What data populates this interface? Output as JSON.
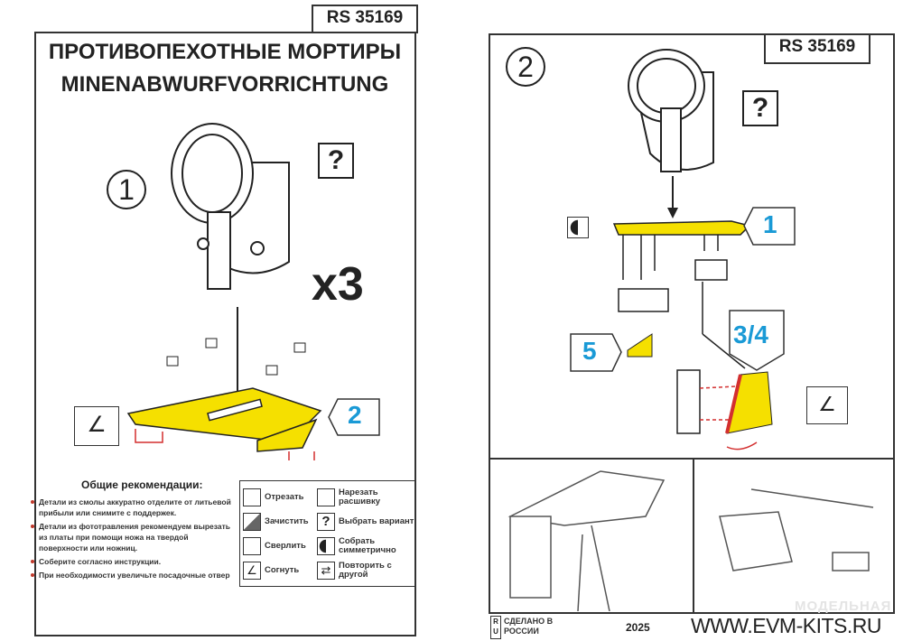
{
  "left_page": {
    "code": "RS 35169",
    "title_ru": "ПРОТИВОПЕХОТНЫЕ МОРТИРЫ",
    "title_de": "MINENABWURFVORRICHTUNG",
    "step": "1",
    "multiplier": "x3",
    "part_tag": "2",
    "recommendations": {
      "heading": "Общие рекомендации:",
      "items": [
        "Детали из смолы аккуратно отделите от литьевой прибыли или снимите с поддержек.",
        "Детали из фототравления рекомендуем вырезать из платы при помощи ножа на твердой поверхности или ножниц.",
        "Соберите согласно инструкции.",
        "При необходимости увеличьте посадочные отвер"
      ]
    },
    "legend": [
      {
        "icon": "cut-icon",
        "label": "Отрезать"
      },
      {
        "icon": "sand-icon",
        "label": "Зачистить"
      },
      {
        "icon": "drill-icon",
        "label": "Сверлить"
      },
      {
        "icon": "bend-icon",
        "label": "Согнуть"
      },
      {
        "icon": "thread-icon",
        "label": "Нарезать расшивку"
      },
      {
        "icon": "question-icon",
        "label": "Выбрать вариант"
      },
      {
        "icon": "symmetric-icon",
        "label": "Собрать симметрично"
      },
      {
        "icon": "repeat-icon",
        "label": "Повторить с другой"
      }
    ]
  },
  "right_page": {
    "code": "RS 35169",
    "step": "2",
    "tags": [
      "1",
      "5",
      "3/4"
    ],
    "made_in": "СДЕЛАНО В РОССИИ",
    "year": "2025",
    "website": "WWW.EVM-KITS.RU",
    "watermark": "МОДЕЛЬНАЯ"
  },
  "colors": {
    "part": "#f5e000",
    "accent": "#1a9ad6",
    "arrow": "#d32f2f"
  }
}
